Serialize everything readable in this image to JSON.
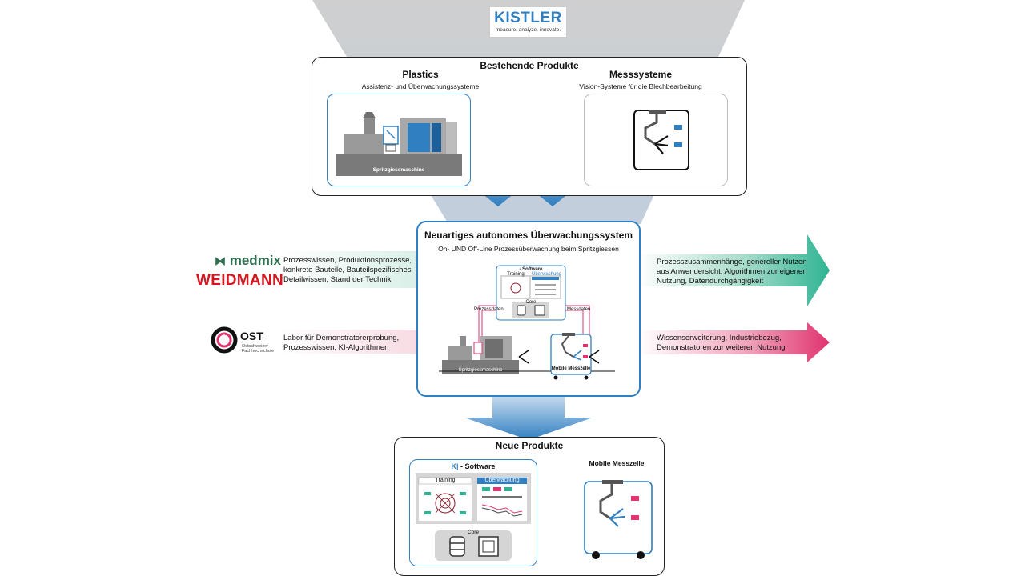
{
  "brand": {
    "kistler_logo": "KISTLER",
    "kistler_tagline": "measure. analyze. innovate.",
    "medmix_logo": "medmix",
    "weidmann_logo": "WEIDMANN",
    "ost_logo": "OST",
    "ost_sub": "Ostschweizer Fachhochschule"
  },
  "existing": {
    "title": "Bestehende Produkte",
    "left_title": "Plastics",
    "left_sub": "Assistenz- und Überwachungssysteme",
    "left_machine_label": "Spritzgiessmaschine",
    "right_title": "Messsysteme",
    "right_sub": "Vision-Systeme für die Blechbearbeitung"
  },
  "center": {
    "title": "Neuartiges autonomes Überwachungssystem",
    "subtitle": "On- UND Off-Line Prozessüberwachung beim Spritzgiessen",
    "software_label": "- Software",
    "training": "Training",
    "ueberwachung": "Überwachung",
    "core": "Core",
    "prozessdaten": "Prozessdaten",
    "messdaten": "Messdaten",
    "machine_label": "Spritzgiessmaschine",
    "mobile_label": "Mobile Messzelle"
  },
  "inputs": {
    "medmix_text": "Prozesswissen, Produktionsprozesse, konkrete Bauteile, Bauteilspezifisches Detailwissen, Stand der Technik",
    "ost_text": "Labor für Demonstratorerprobung, Prozesswissen, KI-Algorithmen"
  },
  "outputs": {
    "green_text": "Prozesszusammenhänge, genereller Nutzen aus Anwendersicht, Algorithmen zur eigenen Nutzung, Datendurchgängigkeit",
    "pink_text": "Wissenserweiterung, Industriebezug, Demonstratoren zur weiteren Nutzung"
  },
  "new_products": {
    "title": "Neue Produkte",
    "software_label": "- Software",
    "ki_glyph": "K|",
    "training": "Training",
    "ueberwachung": "Überwachung",
    "core": "Core",
    "mobile_label": "Mobile Messzelle"
  },
  "colors": {
    "funnel_grey": "#d0d0d0",
    "blue": "#2f7fc1",
    "green": "#2fb493",
    "pink": "#e0336f",
    "weidmann_red": "#d7161f",
    "medmix_green": "#2d6e4f"
  }
}
